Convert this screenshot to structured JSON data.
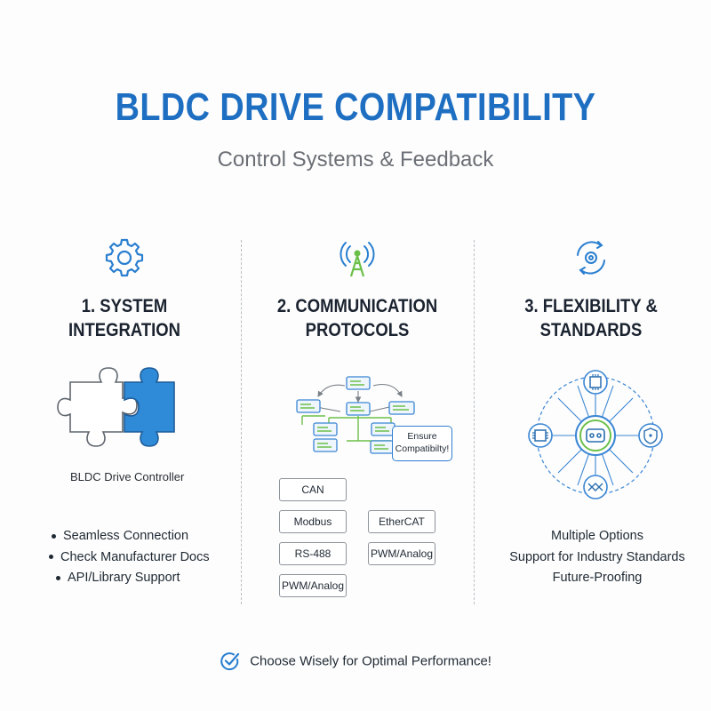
{
  "header": {
    "title": "BLDC DRIVE COMPATIBILITY",
    "subtitle": "Control Systems & Feedback"
  },
  "columns": [
    {
      "heading": "1. SYSTEM\nINTEGRATION",
      "icon": "gear-icon",
      "puzzle_labels": [
        "BLDC Drive",
        "Controller"
      ],
      "bullets": [
        "Seamless Connection",
        "Check Manufacturer Docs",
        "API/Library Support"
      ]
    },
    {
      "heading": "2. COMMUNICATION\nPROTOCOLS",
      "icon": "antenna-icon",
      "callout": "Ensure Compatibilty!",
      "protocols": [
        "CAN",
        "Modbus",
        "EtherCAT",
        "RS-488",
        "PWM/Analog",
        "PWM/Analog"
      ]
    },
    {
      "heading": "3. FLEXIBILITY &\nSTANDARDS",
      "icon": "refresh-cycle-icon",
      "items": [
        "Multiple Options",
        "Support for Industry Standards",
        "Future-Proofing"
      ]
    }
  ],
  "footer": {
    "icon": "check-circle-icon",
    "text": "Choose Wisely for Optimal Performance!"
  },
  "colors": {
    "accent": "#1e6fc2",
    "green": "#6cc04a",
    "puzzle_fill": "#2f8ad8"
  }
}
